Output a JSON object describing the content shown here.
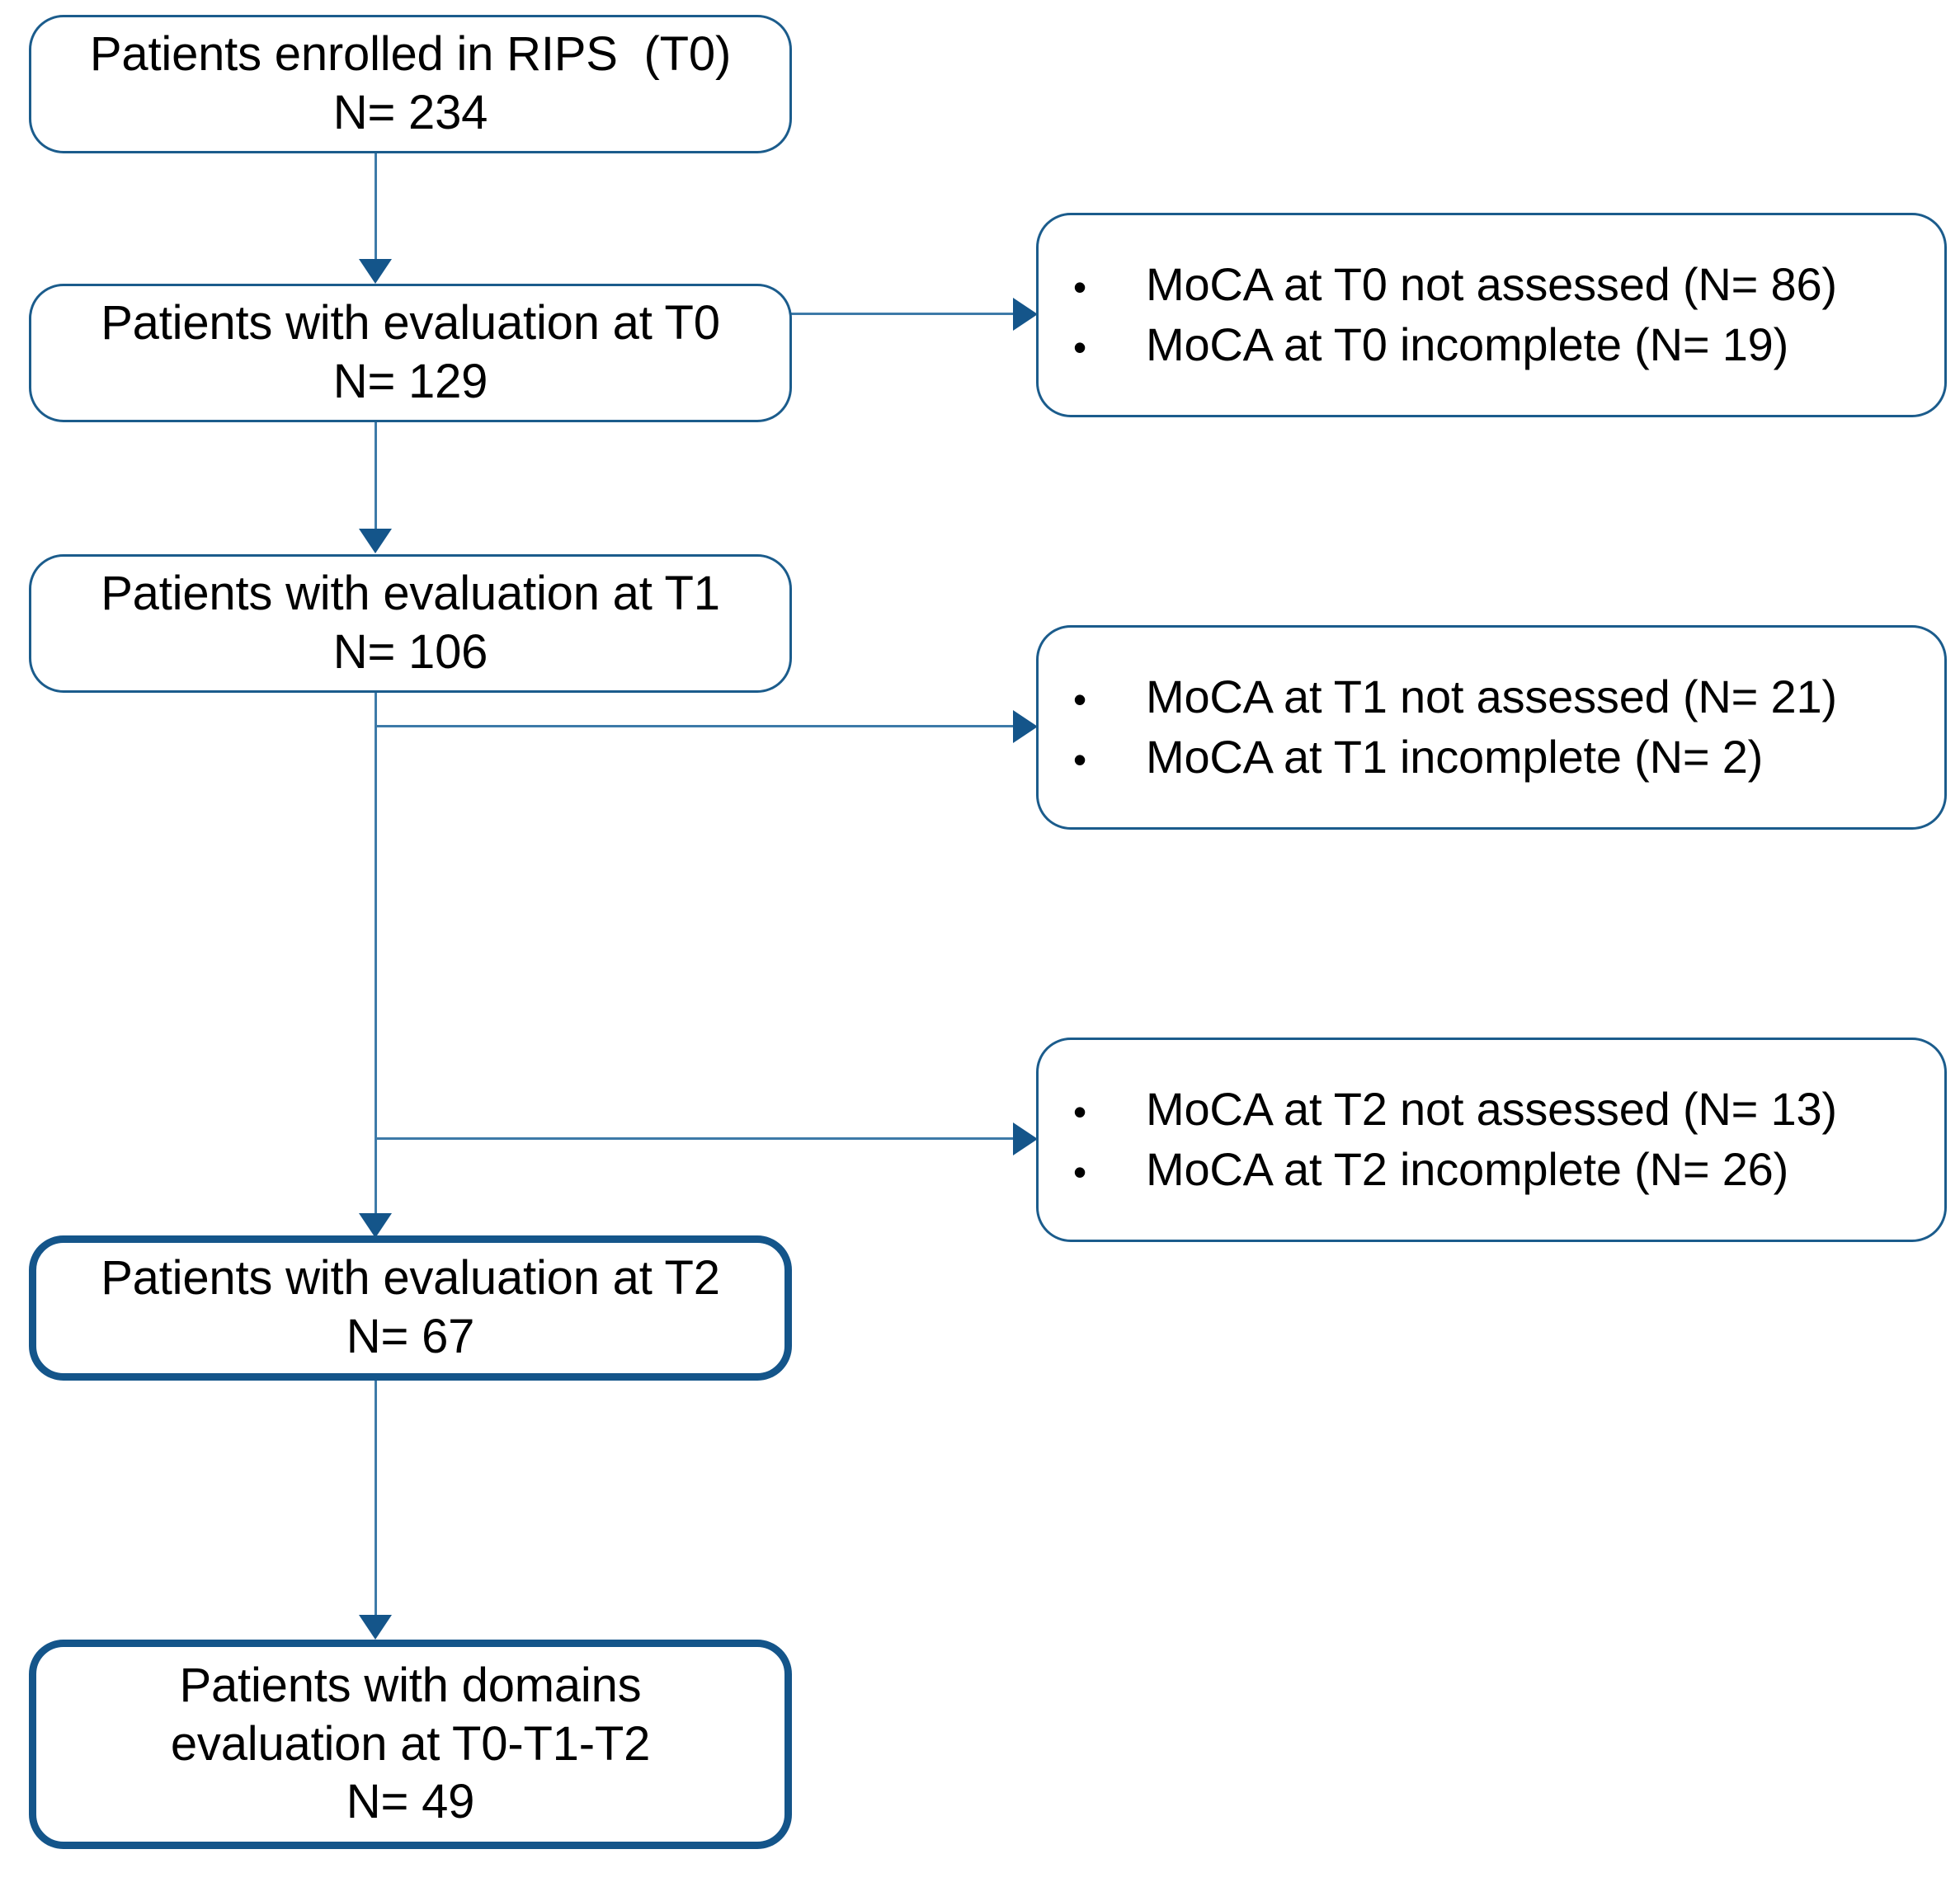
{
  "diagram": {
    "title": "Patient enrollment and MoCA evaluation flow",
    "type": "flowchart",
    "colors": {
      "box_border": "#1b5c8c",
      "box_border_emphasis": "#14558a",
      "connector": "#3d7aa8",
      "background": "#ffffff",
      "text": "#000000"
    }
  },
  "nodes": [
    {
      "id": "enrolled-t0",
      "line1": "Patients enrolled in RIPS  (T0)",
      "line2": "N= 234",
      "count": 234,
      "emphasis": false
    },
    {
      "id": "eval-t0",
      "line1": "Patients with evaluation at T0",
      "line2": "N= 129",
      "count": 129,
      "emphasis": false
    },
    {
      "id": "eval-t1",
      "line1": "Patients with evaluation at T1",
      "line2": "N= 106",
      "count": 106,
      "emphasis": false
    },
    {
      "id": "eval-t2",
      "line1": "Patients with evaluation at T2",
      "line2": "N= 67",
      "count": 67,
      "emphasis": true
    },
    {
      "id": "domains-eval",
      "line1": "Patients with domains",
      "line2": "evaluation at T0-T1-T2",
      "line3": "N= 49",
      "count": 49,
      "emphasis": true
    }
  ],
  "exclusions": [
    {
      "id": "excl-t0",
      "bullet_glyph": "•",
      "items": [
        "MoCA at T0 not assessed (N= 86)",
        "MoCA at T0 incomplete (N= 19)"
      ],
      "counts": [
        86,
        19
      ]
    },
    {
      "id": "excl-t1",
      "bullet_glyph": "•",
      "items": [
        "MoCA at T1 not assessed (N= 21)",
        "MoCA at T1 incomplete (N= 2)"
      ],
      "counts": [
        21,
        2
      ]
    },
    {
      "id": "excl-t2",
      "bullet_glyph": "•",
      "items": [
        "MoCA at T2 not assessed (N= 13)",
        "MoCA at T2 incomplete (N= 26)"
      ],
      "counts": [
        13,
        26
      ]
    }
  ]
}
